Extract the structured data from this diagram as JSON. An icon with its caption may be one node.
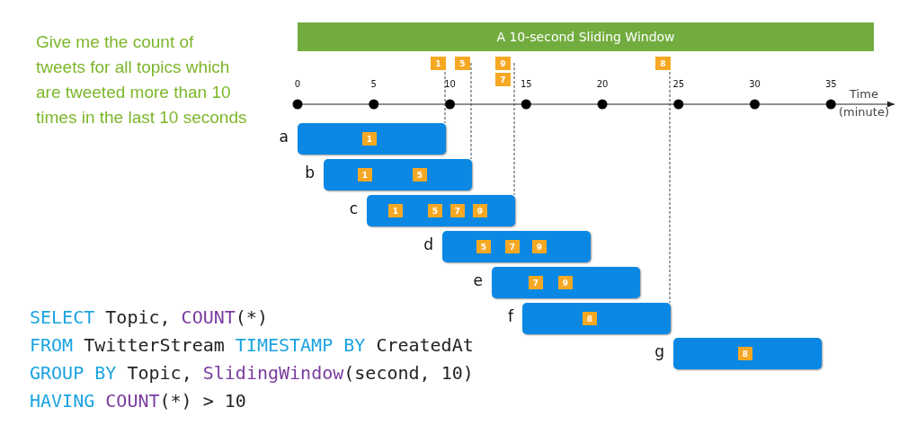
{
  "diagram": {
    "nodes": [
      {
        "text": [
          "A 10-second Sliding Window"
        ]
      },
      {
        "text": [
          "1"
        ]
      },
      {
        "text": [
          "5"
        ]
      },
      {
        "text": [
          "9"
        ]
      },
      {
        "text": [
          "8"
        ]
      },
      {
        "text": [
          "7"
        ]
      },
      {
        "text": [],
        "shape": "bar",
        "beside": [
          "a"
        ]
      },
      {
        "text": [
          "1"
        ],
        "in": 6
      },
      {
        "text": [],
        "shape": "bar",
        "beside": [
          "b"
        ]
      },
      {
        "text": [
          "1"
        ],
        "in": 8
      },
      {
        "text": [
          "5"
        ],
        "in": 8
      },
      {
        "text": [],
        "shape": "bar",
        "beside": [
          "c"
        ]
      },
      {
        "text": [
          "1"
        ],
        "in": 11
      },
      {
        "text": [
          "5"
        ],
        "in": 11
      },
      {
        "text": [
          "7"
        ],
        "in": 11
      },
      {
        "text": [
          "9"
        ],
        "in": 11
      },
      {
        "text": [],
        "shape": "bar",
        "beside": [
          "d"
        ]
      },
      {
        "text": [
          "5"
        ],
        "in": 16
      },
      {
        "text": [
          "7"
        ],
        "in": 16
      },
      {
        "text": [
          "9"
        ],
        "in": 16
      },
      {
        "text": [],
        "shape": "bar",
        "beside": [
          "e"
        ]
      },
      {
        "text": [
          "7"
        ],
        "in": 20
      },
      {
        "text": [
          "9"
        ],
        "in": 20
      },
      {
        "text": [],
        "shape": "bar",
        "beside": [
          "f"
        ]
      },
      {
        "text": [
          "8"
        ],
        "in": 23
      },
      {
        "text": [],
        "shape": "bar",
        "beside": [
          "g"
        ]
      },
      {
        "text": [
          "8"
        ],
        "in": 25
      }
    ],
    "edges": [
      {
        "from": 1,
        "to": 6,
        "arrow": "none",
        "style": "dashed"
      },
      {
        "from": 2,
        "to": 8,
        "arrow": "none",
        "style": "dashed"
      },
      {
        "from": 3,
        "to": 11,
        "arrow": "none",
        "style": "dashed"
      },
      {
        "from": 4,
        "to": 23,
        "arrow": "none",
        "style": "dashed"
      }
    ],
    "labels": [
      "Give me the count of tweets for all topics which are tweeted more than 10 times in the last 10 seconds",
      "0",
      "5",
      "10",
      "15",
      "20",
      "25",
      "30",
      "35",
      "Time (minute)",
      "SELECT Topic, COUNT(*)",
      "FROM TwitterStream TIMESTAMP BY CreatedAt",
      "GROUP BY Topic, SlidingWindow(second, 10)",
      "HAVING COUNT(*) > 10"
    ]
  }
}
